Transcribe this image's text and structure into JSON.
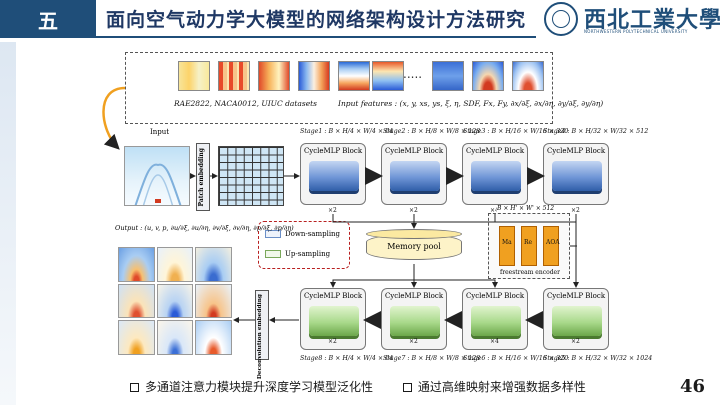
{
  "header": {
    "section_badge": "五",
    "title": "面向空气动力学大模型的网络架构设计方法研究",
    "logo_text": "西北工業大學",
    "logo_sub": "NORTHWESTERN POLYTECHNICAL UNIVERSITY"
  },
  "datasets": {
    "dots": ".....",
    "dataset_label": "RAE2822, NACA0012, UIUC datasets",
    "features_label": "Input features : (x, y, xs, ys, ξ, η, SDF, Fx, Fy, ∂x/∂ξ, ∂x/∂η, ∂y/∂ξ, ∂y/∂η)"
  },
  "input_label": "Input",
  "patch_embedding_label": "Patch embedding",
  "deconv_embedding_label": "Deconvolution embedding",
  "block_title": "CycleMLP Block",
  "encoder_stages": [
    {
      "label": "Stage1 : B × H/4 × W/4 × 64",
      "mult": "×2"
    },
    {
      "label": "Stage2 : B × H/8 × W/8 × 128",
      "mult": "×2"
    },
    {
      "label": "Stage3 : B × H/16 × W/16 × 320",
      "mult": "×4"
    },
    {
      "label": "Stage4 : B × H/32 × W/32 × 512",
      "mult": "×2"
    }
  ],
  "decoder_stages": [
    {
      "label": "Stage8 : B × H/4 × W/4 × 64",
      "mult": "×2"
    },
    {
      "label": "Stage7 : B × H/8 × W/8 × 128",
      "mult": "×2"
    },
    {
      "label": "Stage6 : B × H/16 × W/16 × 320",
      "mult": "×4"
    },
    {
      "label": "Stage5 : B × H/32 × W/32 × 1024",
      "mult": "×2"
    }
  ],
  "memory_pool_label": "Memory pool",
  "freestream": {
    "dims": "B × H' × W' × 512",
    "boxes": [
      "Ma",
      "Re",
      "AOA"
    ],
    "label": "freestream encoder"
  },
  "legend": {
    "down": "Down-sampling",
    "up": "Up-sampling"
  },
  "output_label": "Output : (u, v, p, ∂u/∂ξ, ∂u/∂η, ∂v/∂ξ, ∂v/∂η, ∂p/∂ξ, ∂p/∂η)",
  "bullets": [
    "多通道注意力模块提升深度学习模型泛化性",
    "通过高维映射来增强数据多样性"
  ],
  "page_number": "46",
  "colors": {
    "brand": "#1f4e79",
    "encoder_tile": "#6f95d6",
    "decoder_tile": "#a9d98b",
    "freestream_box": "#f0a020",
    "memory_pool": "#fdf3c8"
  }
}
